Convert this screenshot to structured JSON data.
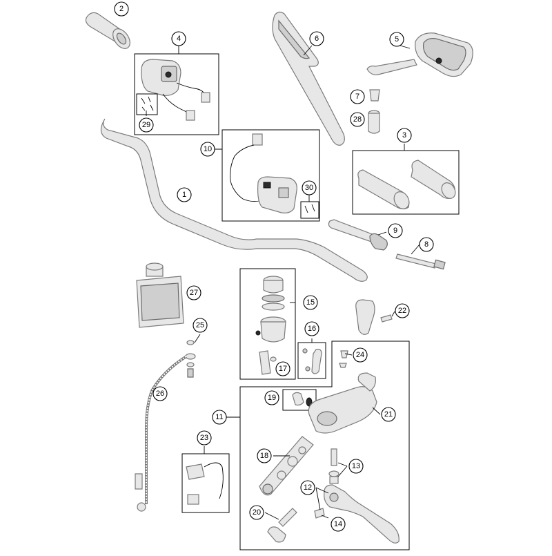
{
  "diagram": {
    "callouts": [
      {
        "id": "2",
        "label": "2"
      },
      {
        "id": "4",
        "label": "4"
      },
      {
        "id": "6",
        "label": "6"
      },
      {
        "id": "5",
        "label": "5"
      },
      {
        "id": "7",
        "label": "7"
      },
      {
        "id": "28",
        "label": "28"
      },
      {
        "id": "29",
        "label": "29"
      },
      {
        "id": "3",
        "label": "3"
      },
      {
        "id": "10",
        "label": "10"
      },
      {
        "id": "1",
        "label": "1"
      },
      {
        "id": "30",
        "label": "30"
      },
      {
        "id": "9",
        "label": "9"
      },
      {
        "id": "8",
        "label": "8"
      },
      {
        "id": "27",
        "label": "27"
      },
      {
        "id": "15",
        "label": "15"
      },
      {
        "id": "22",
        "label": "22"
      },
      {
        "id": "25",
        "label": "25"
      },
      {
        "id": "16",
        "label": "16"
      },
      {
        "id": "24",
        "label": "24"
      },
      {
        "id": "17",
        "label": "17"
      },
      {
        "id": "26",
        "label": "26"
      },
      {
        "id": "19",
        "label": "19"
      },
      {
        "id": "11",
        "label": "11"
      },
      {
        "id": "21",
        "label": "21"
      },
      {
        "id": "23",
        "label": "23"
      },
      {
        "id": "18",
        "label": "18"
      },
      {
        "id": "13",
        "label": "13"
      },
      {
        "id": "12",
        "label": "12"
      },
      {
        "id": "20",
        "label": "20"
      },
      {
        "id": "14",
        "label": "14"
      }
    ]
  }
}
